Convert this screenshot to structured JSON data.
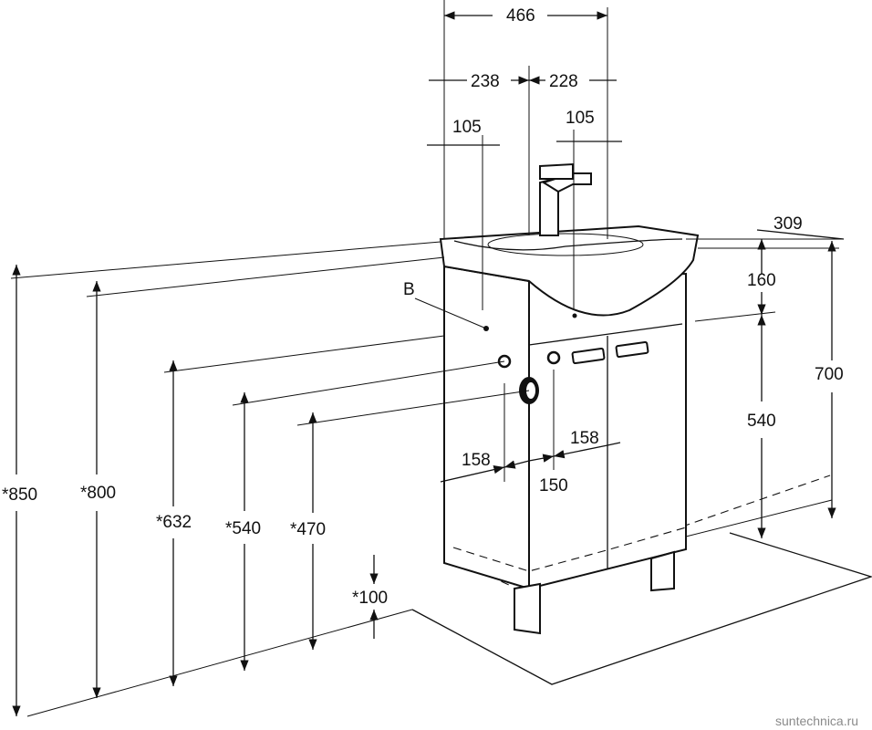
{
  "labels": {
    "width_total": "466",
    "width_left": "238",
    "width_right": "228",
    "offset_left": "105",
    "offset_right": "105",
    "depth": "309",
    "sink_height": "160",
    "cabinet_height": "540",
    "total_height": "700",
    "port_b": "B",
    "pipe_left": "158",
    "pipe_right": "158",
    "pipe_center": "150",
    "h850": "*850",
    "h800": "*800",
    "h632": "*632",
    "h540": "*540",
    "h470": "*470",
    "h100": "*100"
  },
  "watermark": "suntechnica.ru"
}
